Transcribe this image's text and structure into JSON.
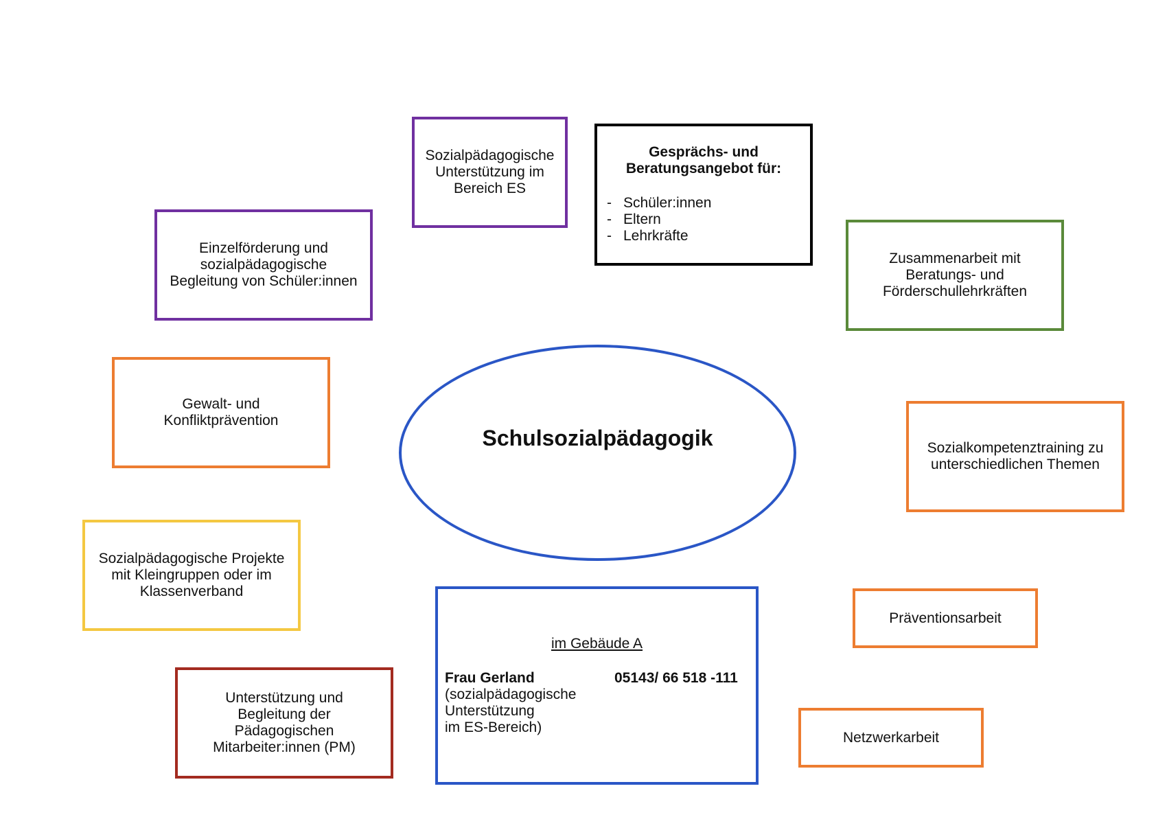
{
  "center": {
    "title": "Schulsozialpädagogik"
  },
  "boxes": {
    "es_support": "Sozialpädagogische\nUnterstützung im\nBereich ES",
    "einzelfoerderung": "Einzelförderung und\nsozialpädagogische\nBegleitung von Schüler:innen",
    "gewaltpraevention": "Gewalt- und\nKonfliktprävention",
    "projekte": "Sozialpädagogische Projekte\nmit Kleingruppen oder im\nKlassenverband",
    "pm_support": "Unterstützung und\nBegleitung der\nPädagogischen\nMitarbeiter:innen (PM)",
    "zusammenarbeit": "Zusammenarbeit mit\nBeratungs- und\nFörderschullehrkräften",
    "sozialkompetenz": "Sozialkompetenztraining zu\nunterschiedlichen Themen",
    "praevention": "Präventionsarbeit",
    "netzwerk": "Netzwerkarbeit"
  },
  "gespraech": {
    "heading": "Gesprächs- und\nBeratungsangebot für:",
    "bullet": "-",
    "items": [
      "Schüler:innen",
      "Eltern",
      "Lehrkräfte"
    ]
  },
  "kontakt": {
    "location": "im Gebäude A",
    "name": "Frau Gerland",
    "phone": "05143/ 66 518 -111",
    "role": "(sozialpädagogische\nUnterstützung\nim ES-Bereich)"
  },
  "colors": {
    "purple": "#7030a0",
    "orange": "#ed7d31",
    "yellow": "#f4c842",
    "dark_red": "#a32b20",
    "green": "#5a8a3a",
    "blue": "#2a56c6",
    "black": "#000000"
  }
}
